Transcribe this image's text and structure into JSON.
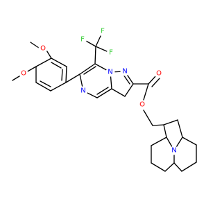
{
  "molecule": {
    "colors": {
      "bond": "#000000",
      "carbon": "#000000",
      "oxygen": "#ff0000",
      "nitrogen": "#0000ff",
      "fluorine": "#33cc33",
      "background": "#ffffff"
    },
    "atoms": {
      "o_methoxy_top": "O",
      "o_methoxy_bottom": "O",
      "f_left": "F",
      "f_top": "F",
      "f_right": "F",
      "n_pyrimidine": "N",
      "n_bridge": "N",
      "n_pyrazole": "N",
      "o_carbonyl": "O",
      "o_ester": "O",
      "n_quinolizidine": "N"
    }
  }
}
